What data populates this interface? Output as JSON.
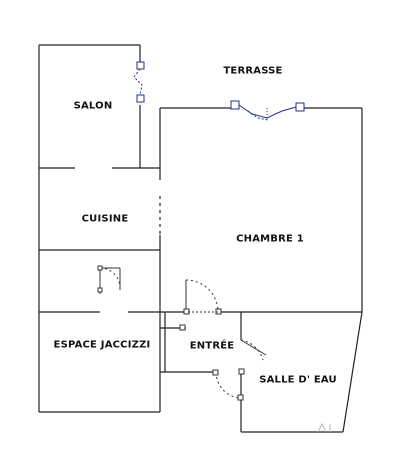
{
  "plan": {
    "rooms": {
      "terrasse": "TERRASSE",
      "salon": "SALON",
      "cuisine": "CUISINE",
      "chambre": "CHAMBRE 1",
      "espace_jacuzzi": "ESPACE JACCIZZI",
      "entree": "ENTRÉE",
      "salle_eau": "SALLE D' EAU"
    },
    "colors": {
      "wall": "#222222",
      "window": "#1f2f8a",
      "door_handle": "#333333",
      "watermark": "#b8b8b8"
    }
  }
}
